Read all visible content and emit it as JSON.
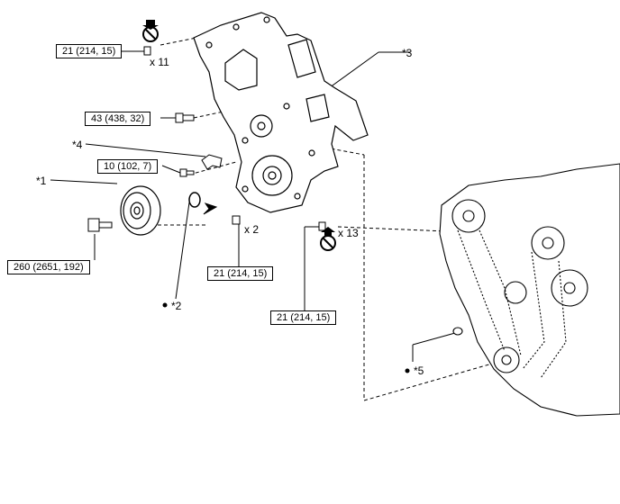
{
  "torque_specs": {
    "t_top": "21 (214, 15)",
    "t_bolt43": "43 (438, 32)",
    "t_bolt10": "10 (102, 7)",
    "t_pulley": "260 (2651, 192)",
    "t_mid": "21 (214, 15)",
    "t_bottom": "21 (214, 15)"
  },
  "quantities": {
    "q11": "x 11",
    "q2": "x 2",
    "q13": "x 13"
  },
  "callouts": {
    "c1": "*1",
    "c2": "*2",
    "c3": "*3",
    "c4": "*4",
    "c5": "*5"
  },
  "icons": {
    "do_not_reuse": "no-reuse-icon",
    "apply_grease": "grease-dot-icon",
    "install_direction": "arrow-icon"
  }
}
